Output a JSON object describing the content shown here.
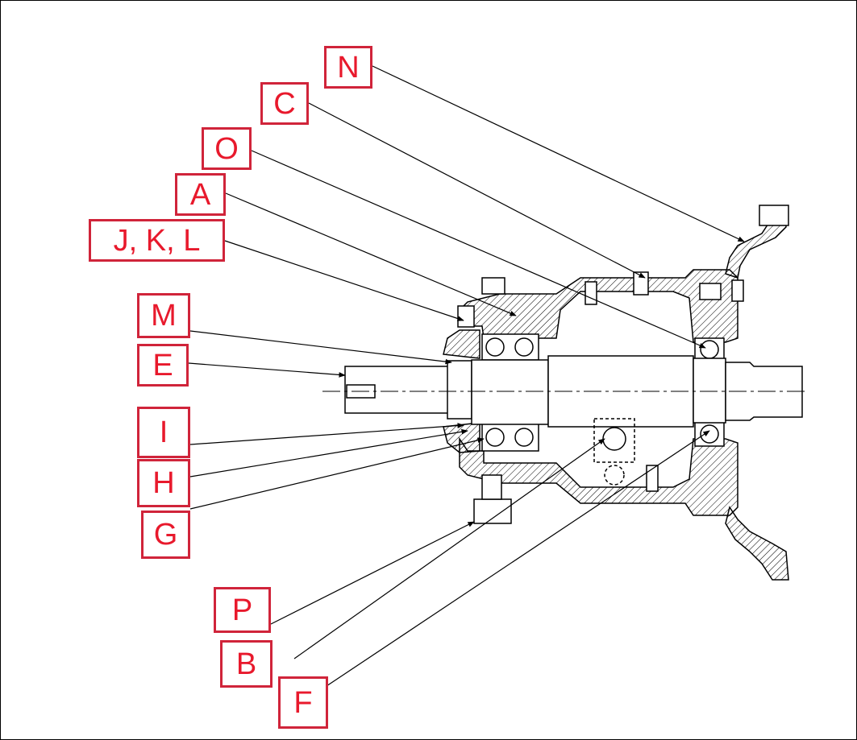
{
  "diagram": {
    "type": "engineering cross-section with lettered callouts",
    "callout_color": "#e8192c",
    "callouts": {
      "N": "N",
      "C": "C",
      "O": "O",
      "A": "A",
      "JKL": "J, K, L",
      "M": "M",
      "E": "E",
      "I": "I",
      "H": "H",
      "G": "G",
      "P": "P",
      "B": "B",
      "F": "F"
    }
  }
}
